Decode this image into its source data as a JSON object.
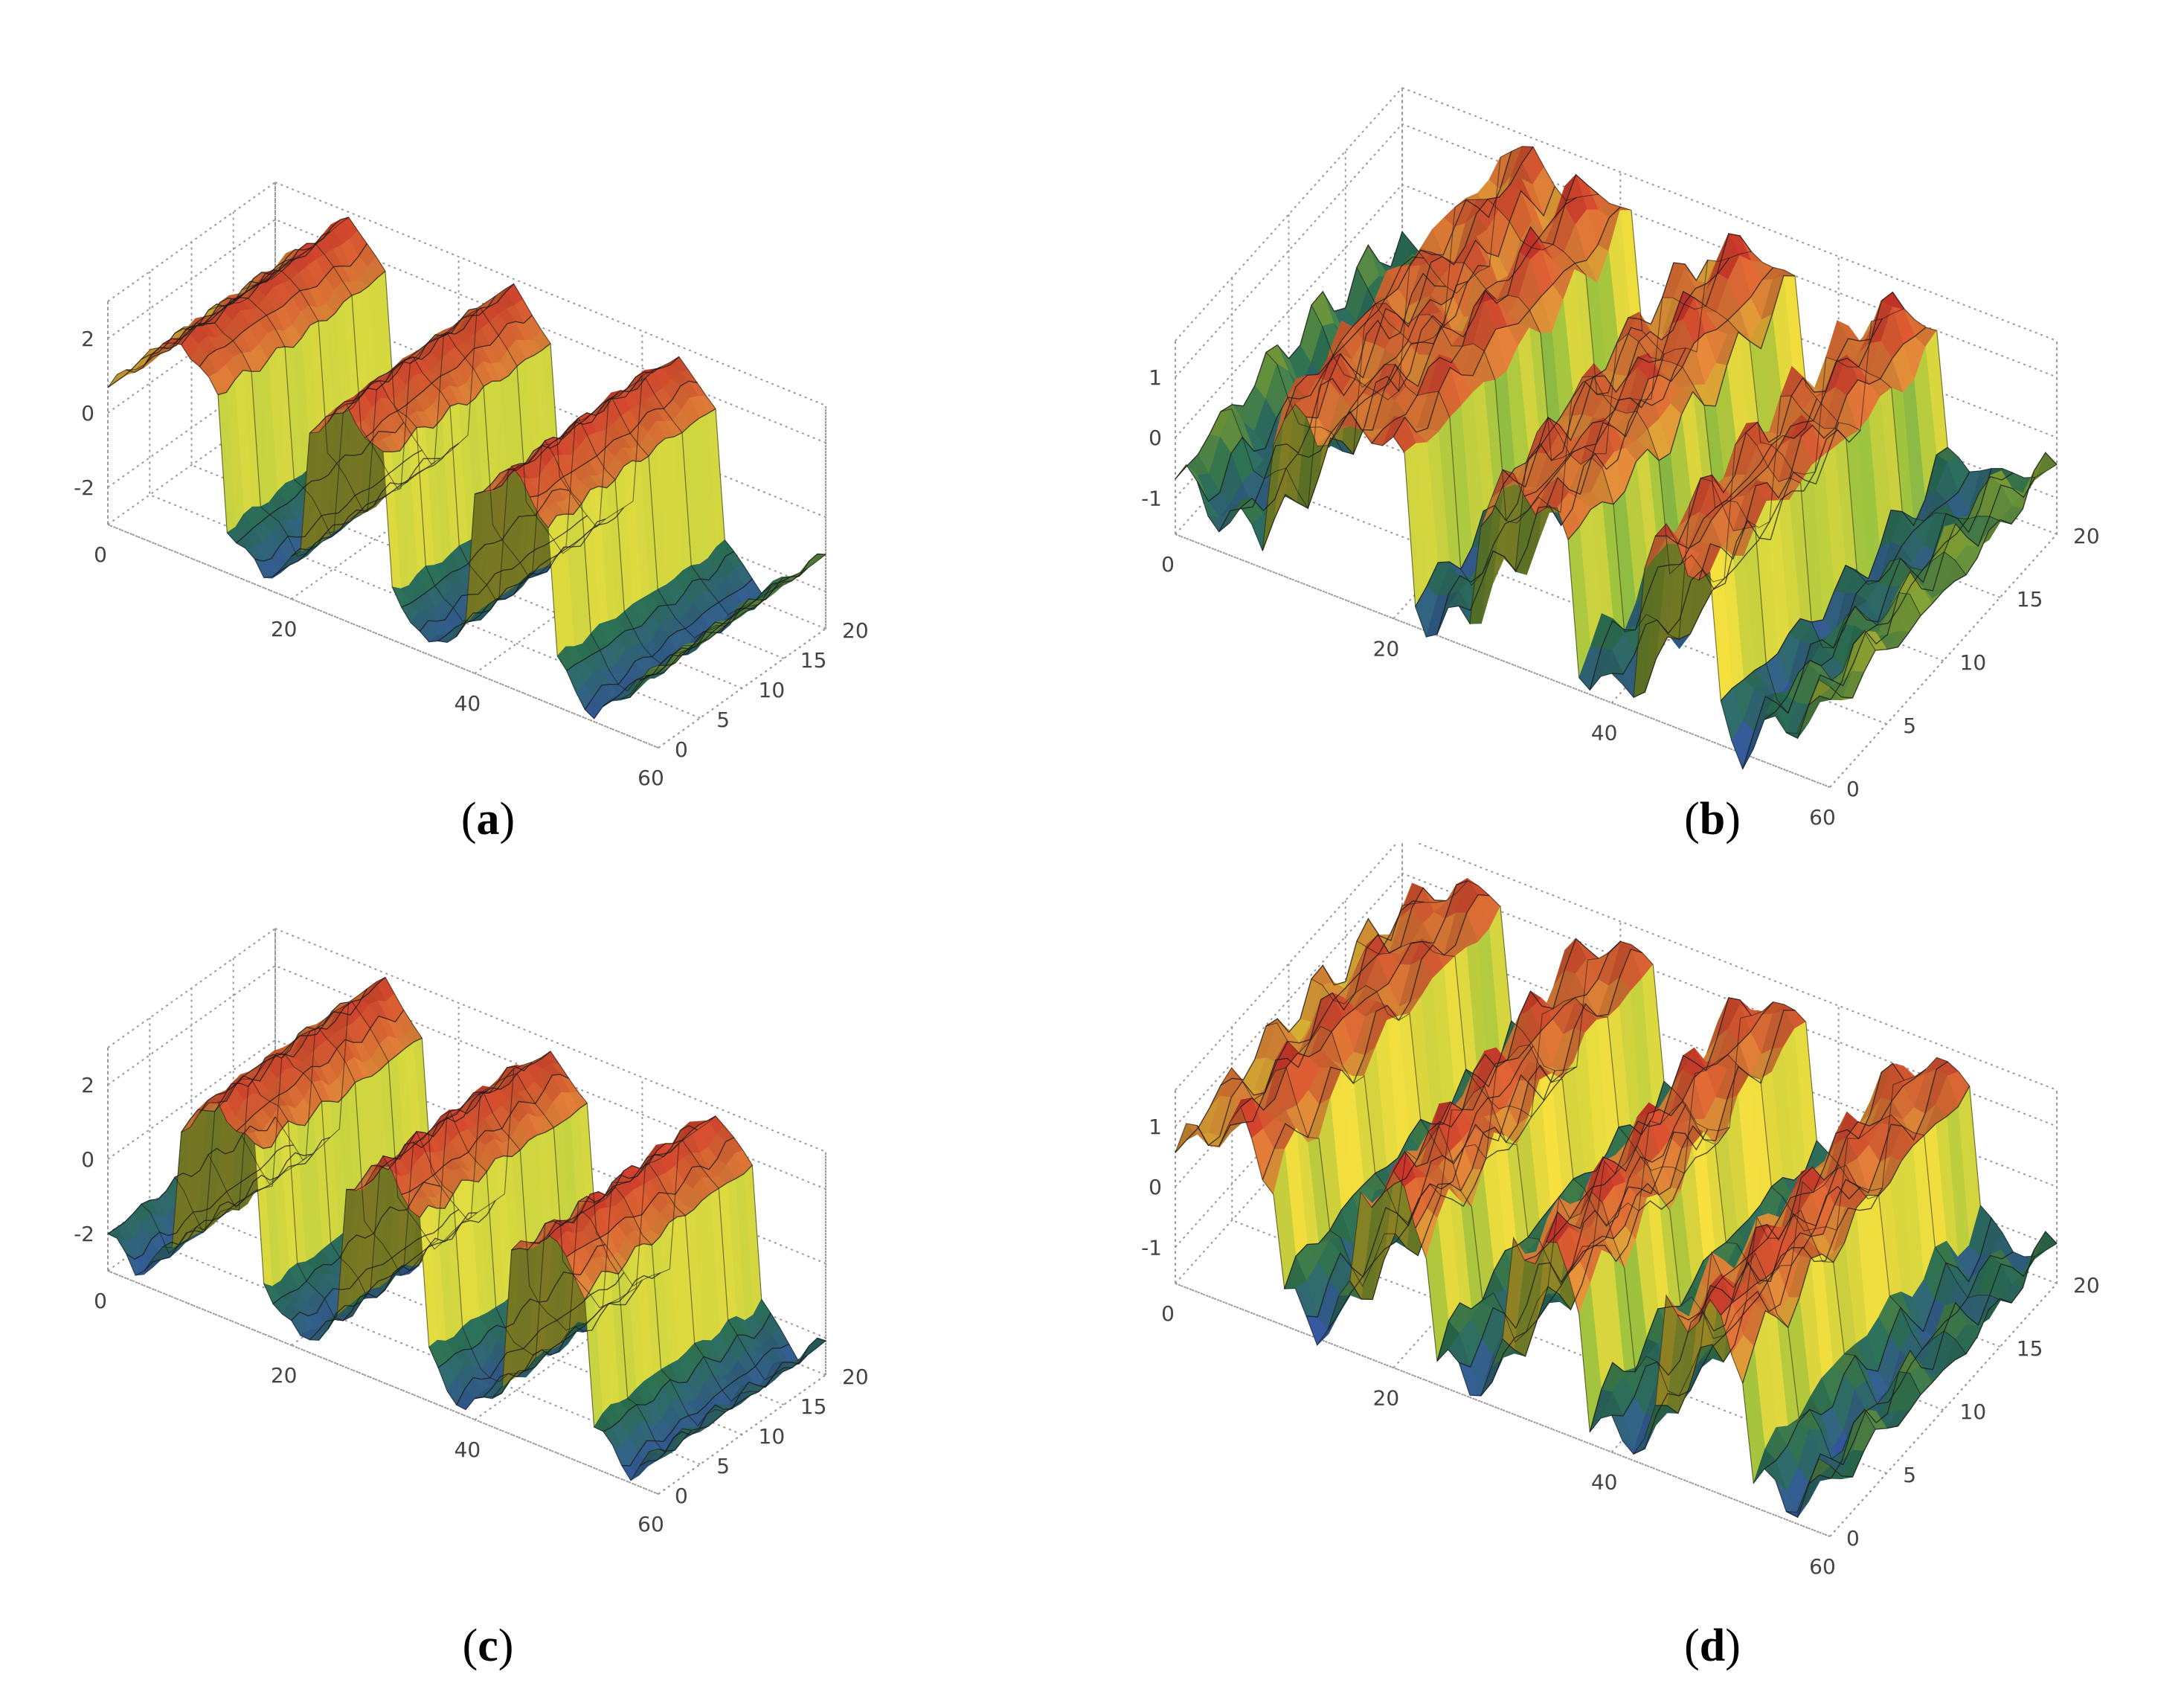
{
  "figure_panels": [
    {
      "id": "a",
      "label": "a"
    },
    {
      "id": "b",
      "label": "b"
    },
    {
      "id": "c",
      "label": "c"
    },
    {
      "id": "d",
      "label": "d"
    }
  ],
  "chart_data": [
    {
      "type": "surface",
      "panel": "a",
      "x_ticks": [
        "0",
        "20",
        "40",
        "60"
      ],
      "y_ticks": [
        "0",
        "5",
        "10",
        "15",
        "20"
      ],
      "z_ticks": [
        "-2",
        "0",
        "2"
      ],
      "xlim": [
        0,
        60
      ],
      "ylim": [
        0,
        20
      ],
      "zlim": [
        -3,
        3
      ],
      "grid": true,
      "colormap": [
        "#3a5fb0",
        "#2f7a5a",
        "#8fb43a",
        "#f2d43a",
        "#f08a3c",
        "#e03a2e"
      ],
      "peaks_x": [
        8,
        26,
        44
      ],
      "troughs_x": [
        17,
        35,
        53
      ],
      "amplitude": 2.8,
      "ripple": 0.15
    },
    {
      "type": "surface",
      "panel": "b",
      "x_ticks": [
        "0",
        "20",
        "40",
        "60"
      ],
      "y_ticks": [
        "0",
        "5",
        "10",
        "15",
        "20"
      ],
      "z_ticks": [
        "-1",
        "0",
        "1"
      ],
      "xlim": [
        0,
        60
      ],
      "ylim": [
        0,
        20
      ],
      "zlim": [
        -1.6,
        1.6
      ],
      "grid": true,
      "colormap": [
        "#3a5fb0",
        "#2f7a5a",
        "#8fb43a",
        "#f2d43a",
        "#f08a3c",
        "#e03a2e"
      ],
      "peaks_x": [
        12,
        18,
        32,
        46
      ],
      "troughs_x": [
        5,
        24,
        40,
        52
      ],
      "amplitude": 1.3,
      "ripple": 0.35
    },
    {
      "type": "surface",
      "panel": "c",
      "x_ticks": [
        "0",
        "20",
        "40",
        "60"
      ],
      "y_ticks": [
        "0",
        "5",
        "10",
        "15",
        "20"
      ],
      "z_ticks": [
        "-2",
        "0",
        "2"
      ],
      "xlim": [
        0,
        60
      ],
      "ylim": [
        0,
        20
      ],
      "zlim": [
        -3,
        3
      ],
      "grid": true,
      "colormap": [
        "#3a5fb0",
        "#2f7a5a",
        "#8fb43a",
        "#f2d43a",
        "#f08a3c",
        "#e03a2e"
      ],
      "peaks_x": [
        12,
        30,
        48
      ],
      "troughs_x": [
        3,
        21,
        39,
        57
      ],
      "amplitude": 2.8,
      "ripple": 0.2
    },
    {
      "type": "surface",
      "panel": "d",
      "x_ticks": [
        "0",
        "20",
        "40",
        "60"
      ],
      "y_ticks": [
        "0",
        "5",
        "10",
        "15",
        "20"
      ],
      "z_ticks": [
        "-1",
        "0",
        "1"
      ],
      "xlim": [
        0,
        60
      ],
      "ylim": [
        0,
        20
      ],
      "zlim": [
        -1.6,
        1.6
      ],
      "grid": true,
      "colormap": [
        "#3a5fb0",
        "#2f7a5a",
        "#8fb43a",
        "#f2d43a",
        "#f08a3c",
        "#e03a2e"
      ],
      "peaks_x": [
        6,
        20,
        34,
        49
      ],
      "troughs_x": [
        13,
        27,
        41,
        56
      ],
      "amplitude": 1.3,
      "ripple": 0.35
    }
  ]
}
